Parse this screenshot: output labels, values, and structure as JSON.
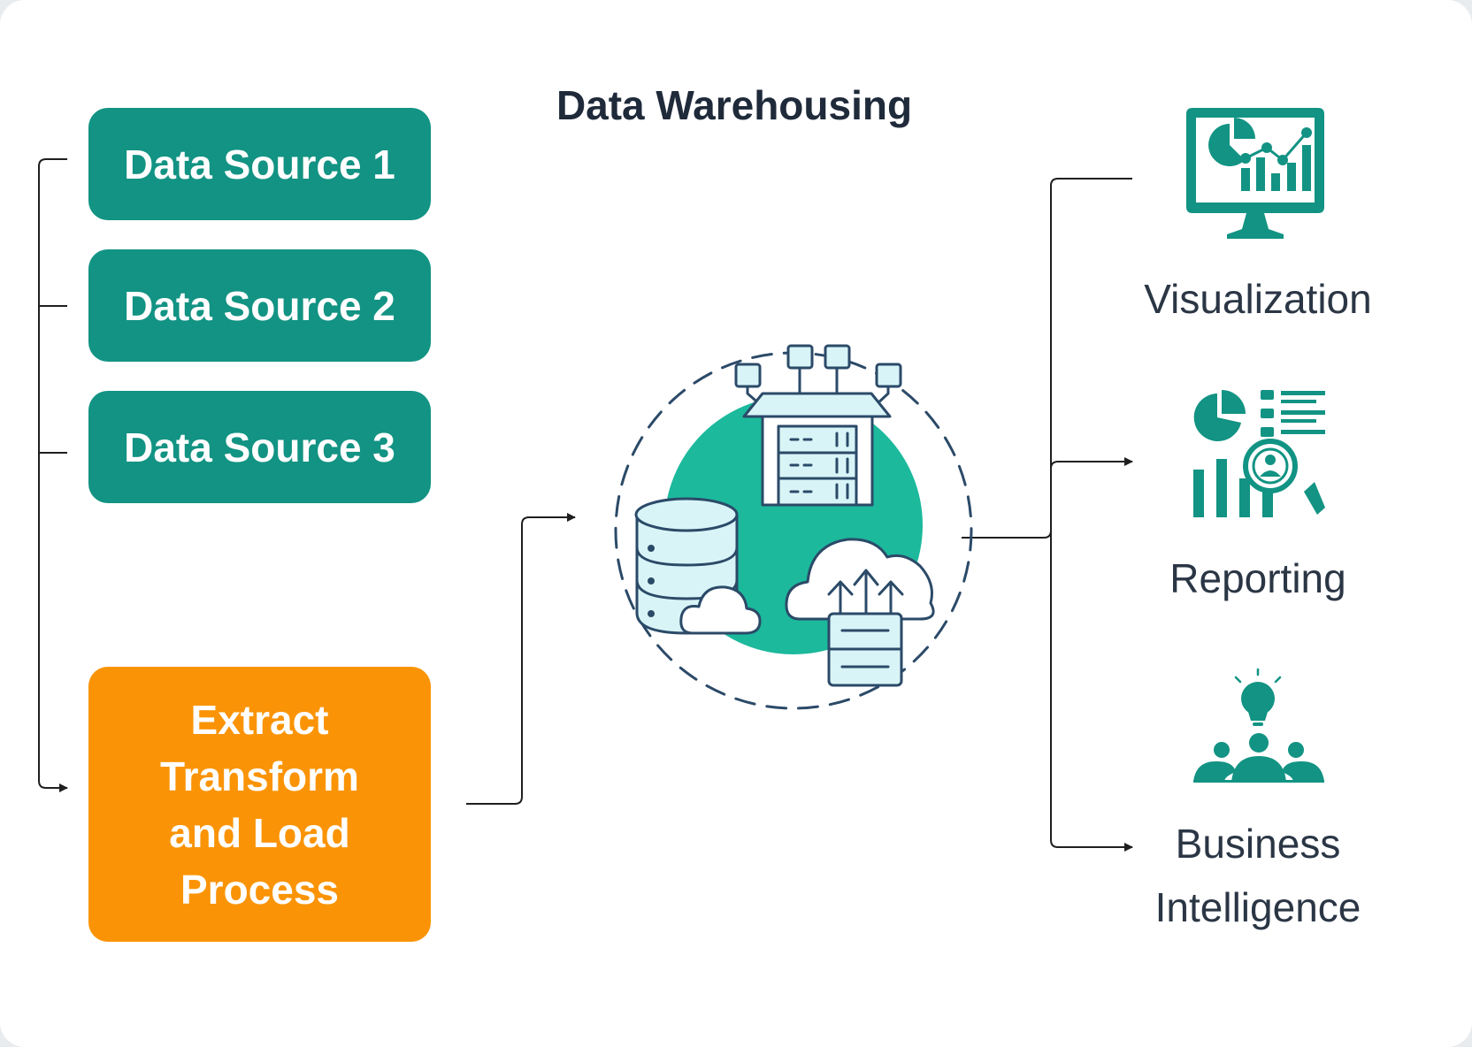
{
  "title": "Data Warehousing",
  "sources": [
    "Data Source 1",
    "Data Source 2",
    "Data Source 3"
  ],
  "etl": {
    "lines": [
      "Extract",
      "Transform",
      "and Load",
      "Process"
    ]
  },
  "outputs": [
    {
      "label_lines": [
        "Visualization"
      ],
      "icon": "visualization-dashboard-icon"
    },
    {
      "label_lines": [
        "Reporting"
      ],
      "icon": "reporting-analysis-icon"
    },
    {
      "label_lines": [
        "Business",
        "Intelligence"
      ],
      "icon": "business-intelligence-icon"
    }
  ],
  "center_icon": "data-warehouse-icon",
  "colors": {
    "teal": "#129383",
    "teal_light": "#1cb99c",
    "orange": "#fa9406",
    "navy": "#2b4a68",
    "text": "#2b3645",
    "icon_fill": "#d9f4f7"
  }
}
